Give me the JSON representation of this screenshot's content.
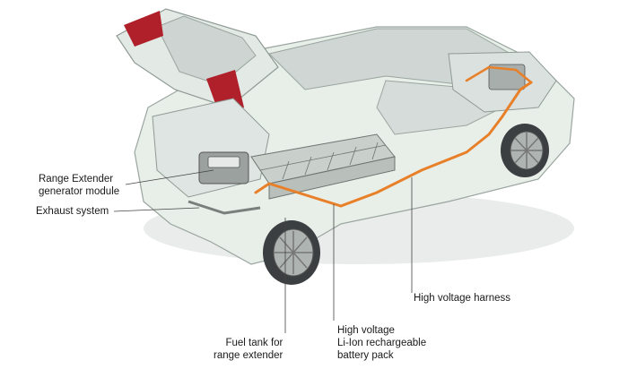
{
  "labels": {
    "range_extender": [
      "Range Extender",
      "generator module"
    ],
    "exhaust": [
      "Exhaust system"
    ],
    "harness": [
      "High voltage harness"
    ],
    "fuel_tank": [
      "Fuel tank for",
      "range extender"
    ],
    "battery": [
      "High voltage",
      "Li-Ion rechargeable",
      "battery pack"
    ]
  },
  "colors": {
    "body": "#e8efe9",
    "glass": "#cfd6d3",
    "cable": "#e8802a",
    "battery_cell": "#c9cfcb",
    "tail_light": "#b0202a",
    "tire": "#3c3f42",
    "leader": "#444444"
  }
}
